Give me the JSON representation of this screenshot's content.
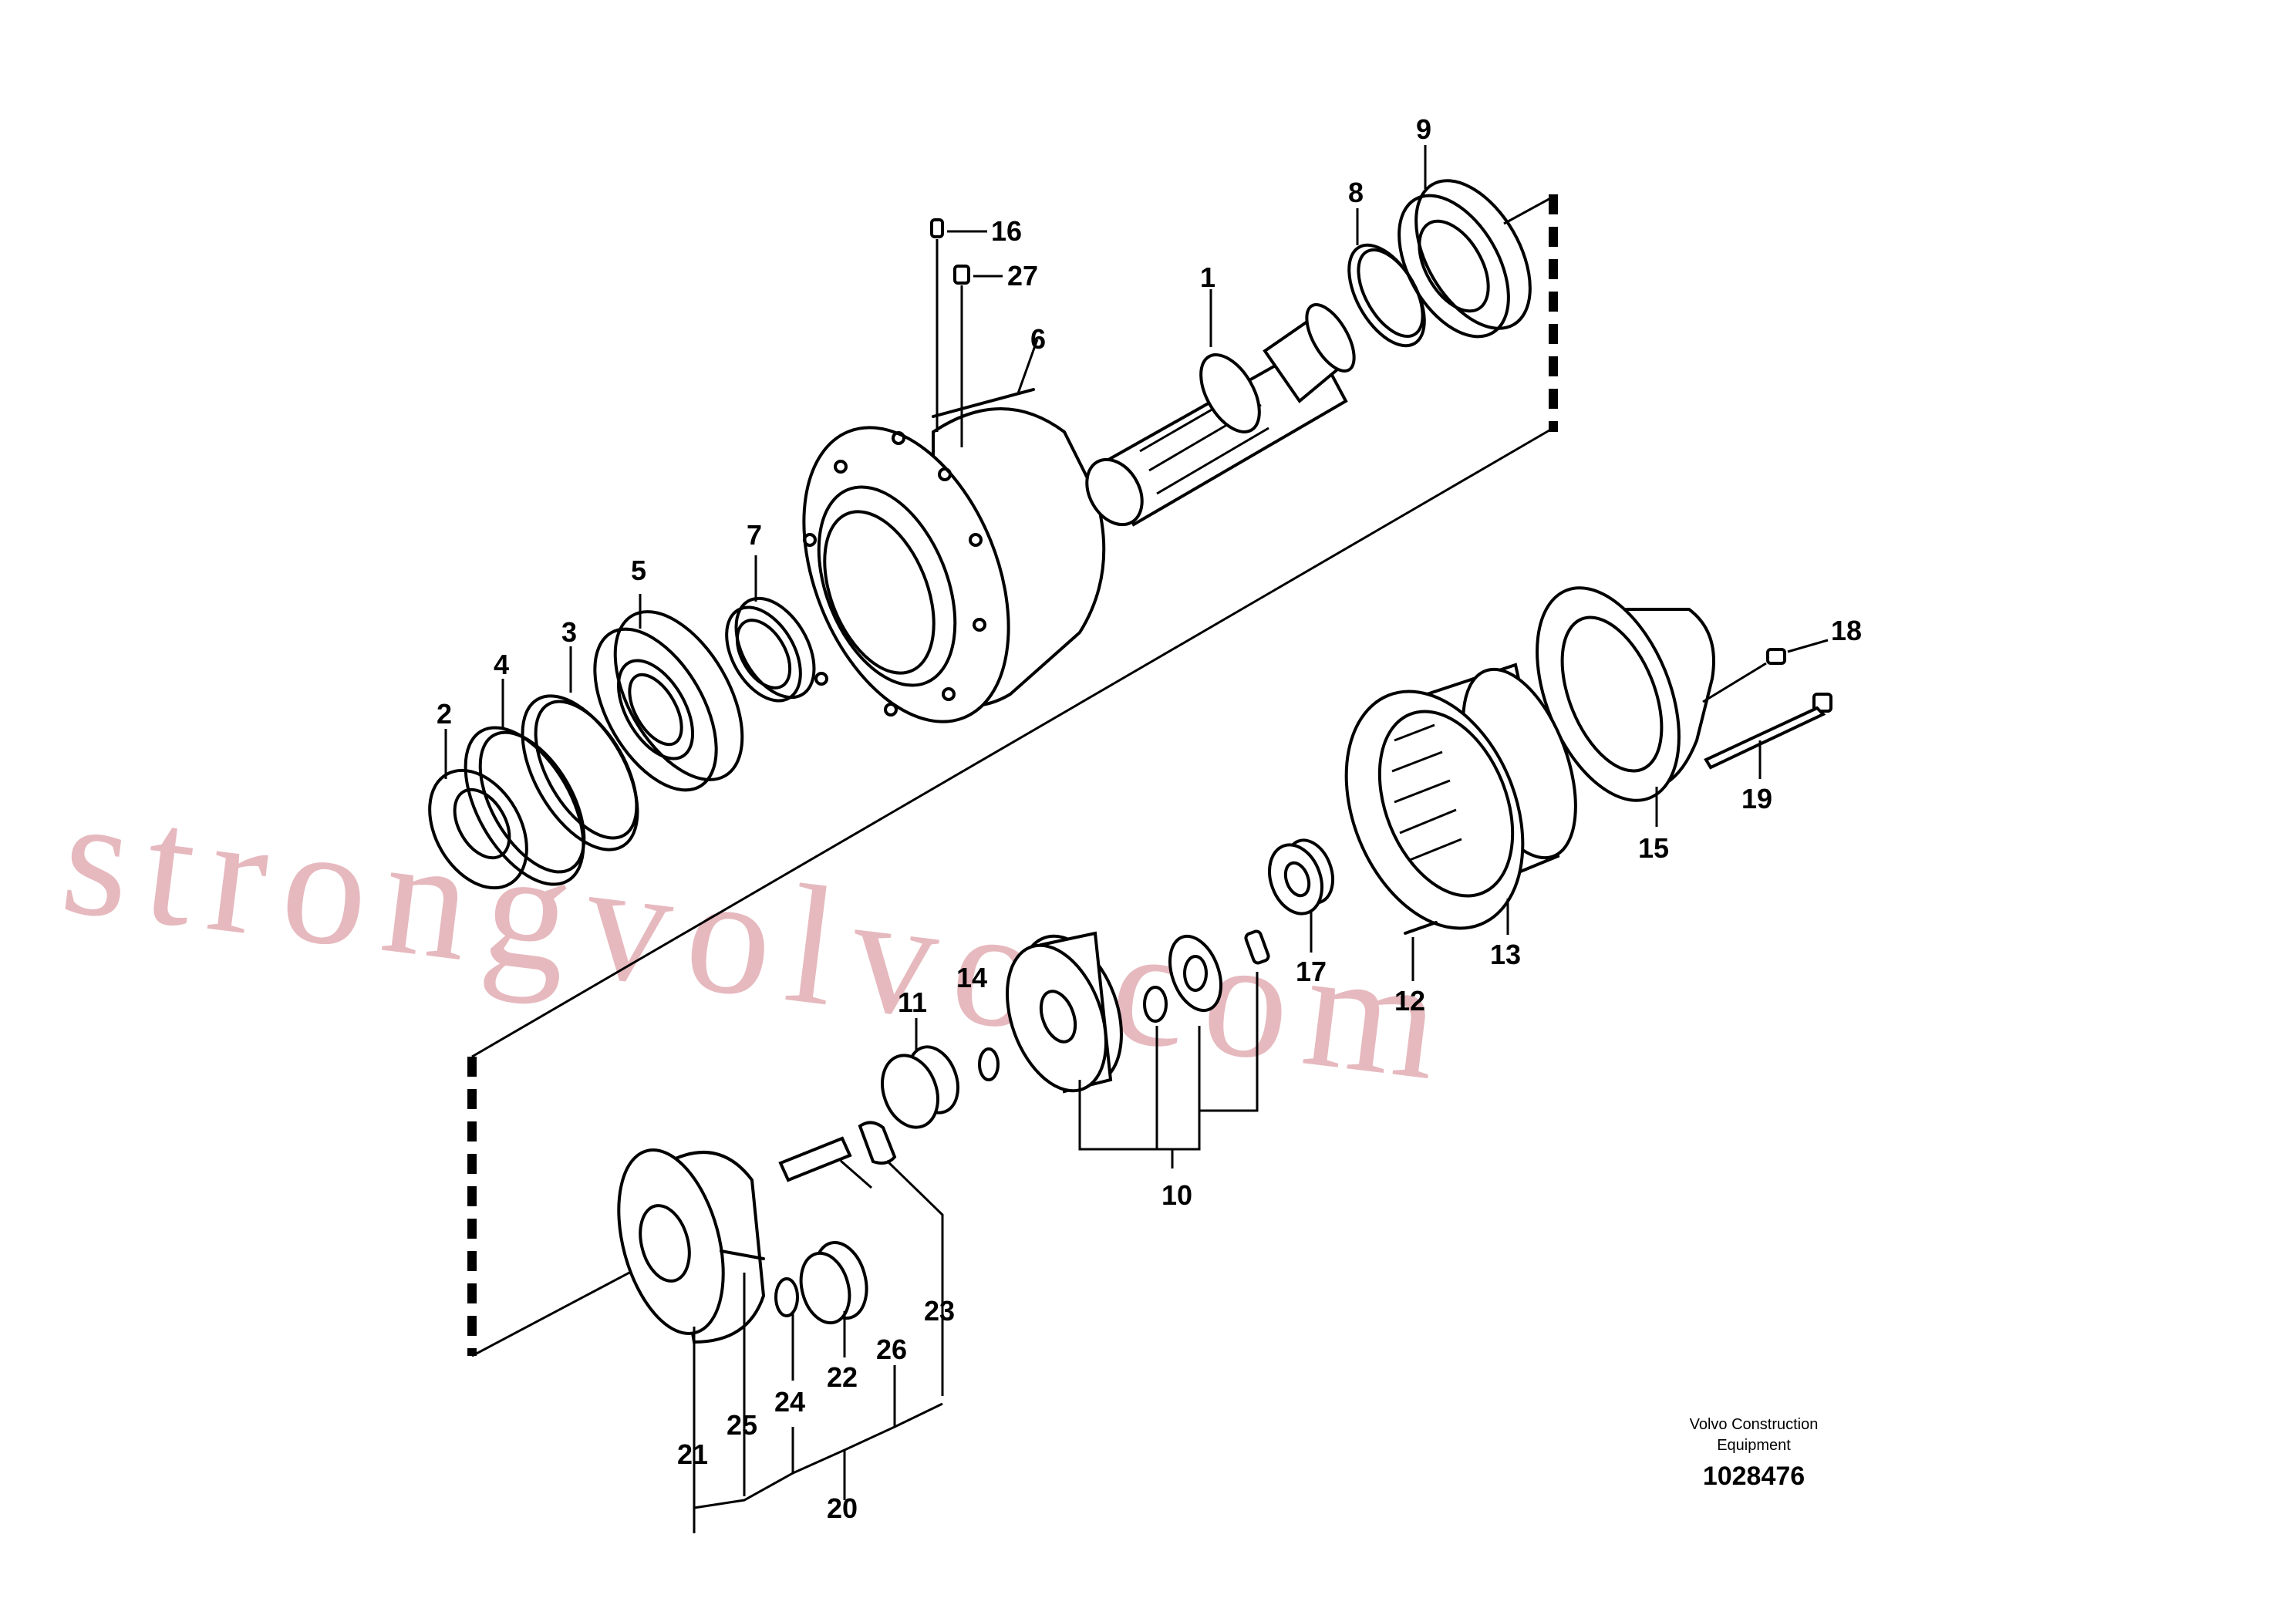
{
  "callouts": {
    "c1": "1",
    "c2": "2",
    "c3": "3",
    "c4": "4",
    "c5": "5",
    "c6": "6",
    "c7": "7",
    "c8": "8",
    "c9": "9",
    "c10": "10",
    "c11": "11",
    "c12": "12",
    "c13": "13",
    "c14": "14",
    "c15": "15",
    "c16": "16",
    "c17": "17",
    "c18": "18",
    "c19": "19",
    "c20": "20",
    "c21": "21",
    "c22": "22",
    "c23": "23",
    "c24": "24",
    "c25": "25",
    "c26": "26",
    "c27": "27"
  },
  "credit": {
    "line1": "Volvo Construction",
    "line2": "Equipment",
    "number": "1028476"
  },
  "watermark": "strongvolvo.com"
}
